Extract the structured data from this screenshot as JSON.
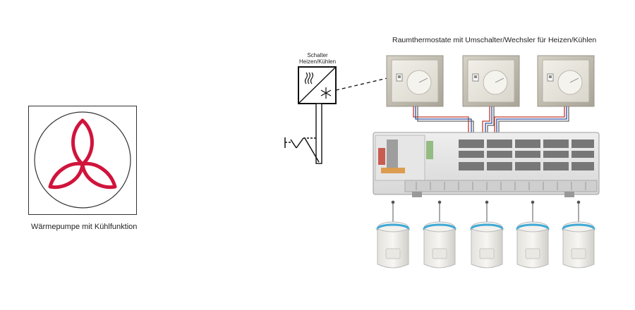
{
  "heat_pump": {
    "caption": "Wärmepumpe mit Kühlfunktion",
    "icon": "trefoil-heat-pump-icon",
    "accent_color": "#d0143c"
  },
  "thermostats": {
    "title": "Raumthermostate mit Umschalter/Wechsler für Heizen/Kühlen",
    "count": 3
  },
  "switch": {
    "label_line1": "Schalter",
    "label_line2": "Heizen/Kühlen",
    "heat_symbol": "heat-wave-icon",
    "cool_symbol": "snowflake-icon"
  },
  "controller": {
    "name": "connection-module"
  },
  "actuators": {
    "count": 5,
    "ring_color": "#3fa9d6"
  },
  "wire_colors": {
    "red": "#c0392b",
    "blue": "#2c4f9e",
    "grey": "#666666"
  }
}
